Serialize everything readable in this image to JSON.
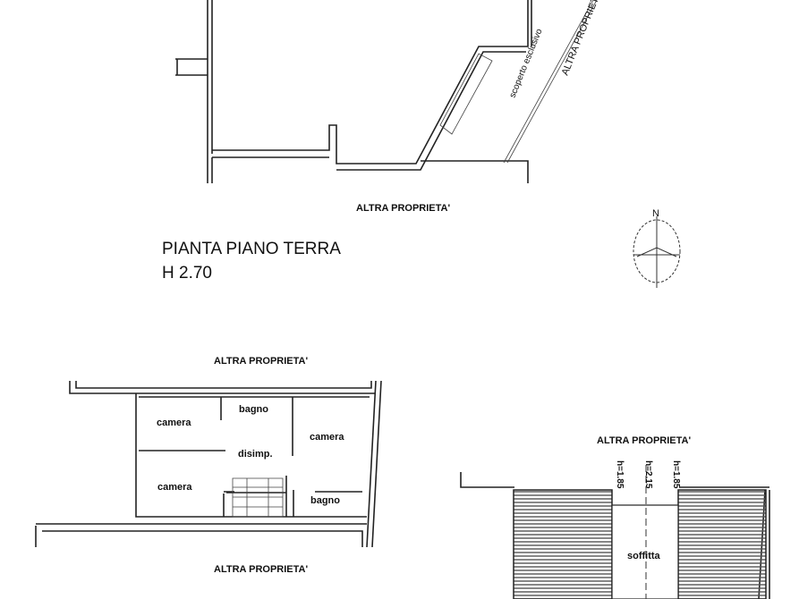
{
  "ground_floor": {
    "title": "PIANTA PIANO TERRA",
    "height": "H 2.70",
    "labels": {
      "exclusive_yard": "scoperto esclusivo",
      "other_property_diagonal": "ALTRA PROPRIETA'",
      "other_property_bottom": "ALTRA PROPRIETA'"
    }
  },
  "compass": {
    "north_label": "N"
  },
  "first_floor": {
    "labels": {
      "other_property_top": "ALTRA PROPRIETA'",
      "other_property_bottom": "ALTRA PROPRIETA'"
    },
    "rooms": [
      {
        "name": "camera"
      },
      {
        "name": "bagno"
      },
      {
        "name": "camera"
      },
      {
        "name": "disimp."
      },
      {
        "name": "camera"
      },
      {
        "name": "bagno"
      }
    ]
  },
  "attic": {
    "other_property": "ALTRA PROPRIETA'",
    "heights": [
      "h=1.85",
      "h=2.15",
      "h=1.85"
    ],
    "room": "soffitta"
  }
}
